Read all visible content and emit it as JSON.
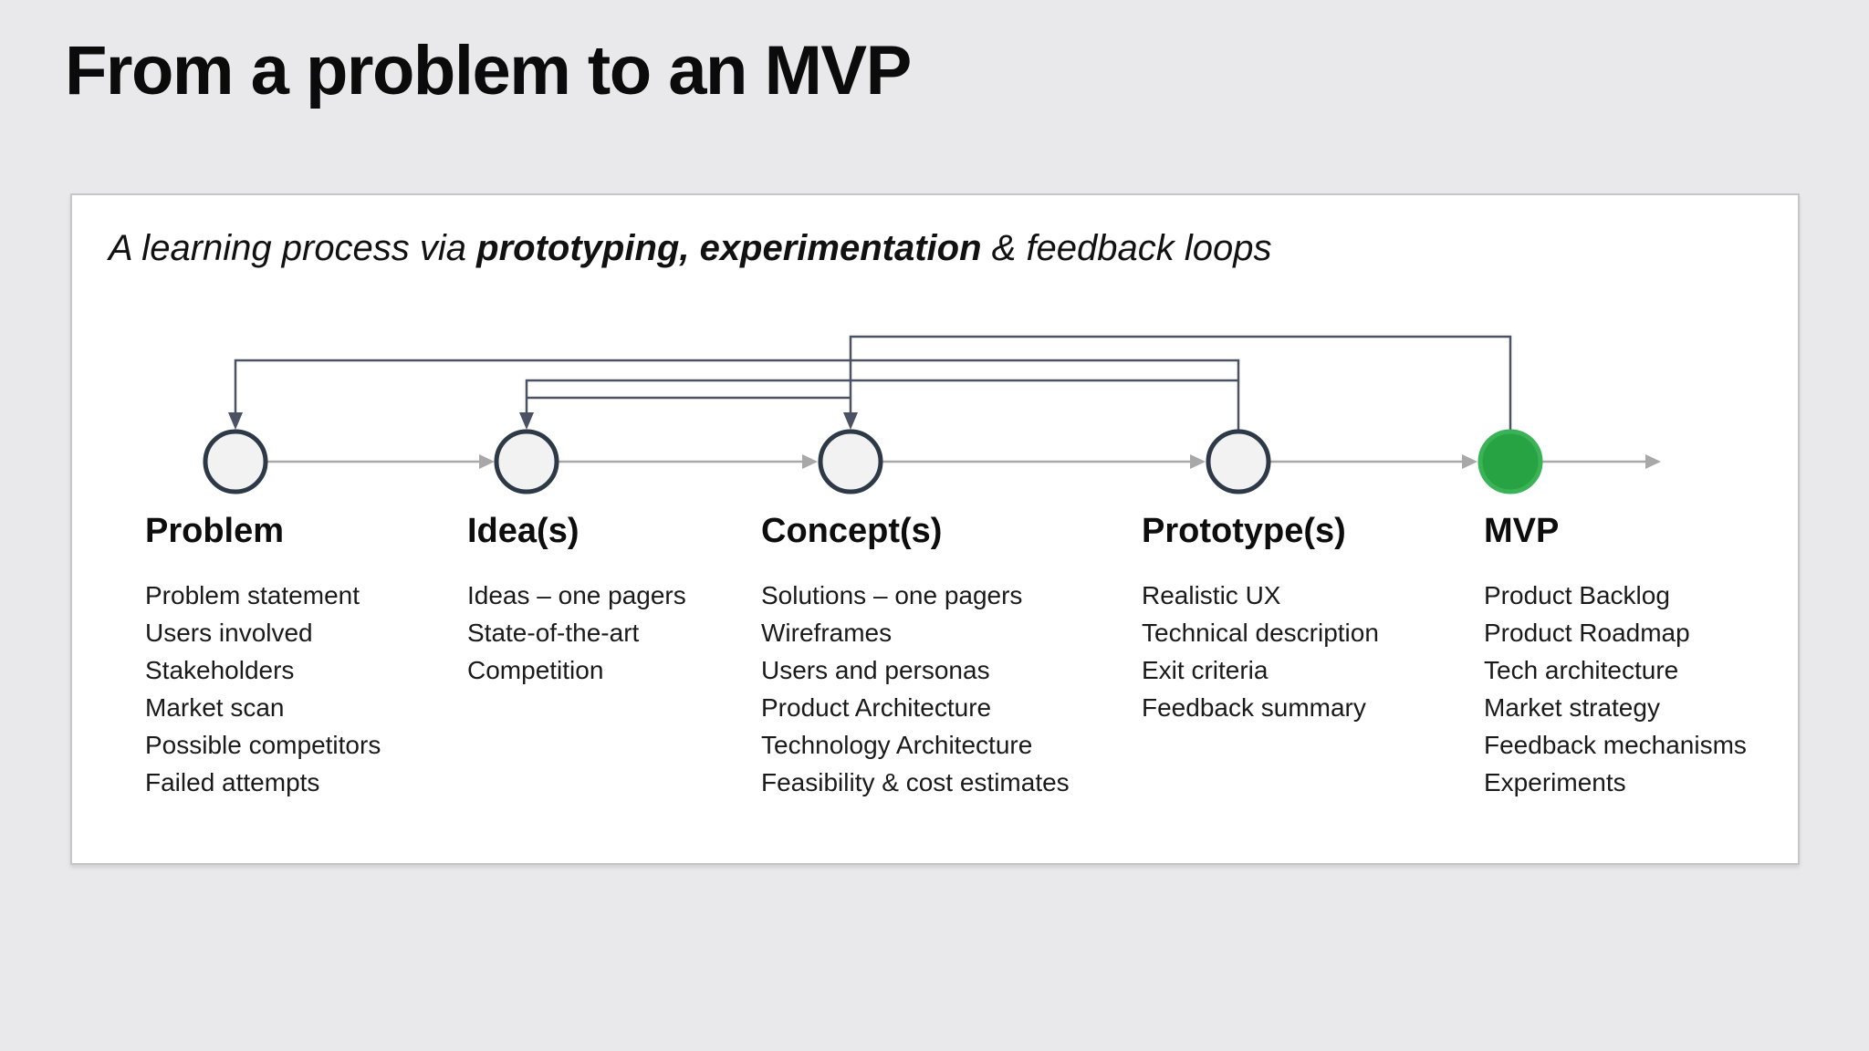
{
  "slide": {
    "title": "From a problem to an MVP",
    "subtitle": {
      "prefix": "A learning process via ",
      "bold": "prototyping, experimentation",
      "suffix": " & feedback loops"
    }
  },
  "colors": {
    "page_background": "#e9e9eb",
    "card_background": "#ffffff",
    "card_border": "#c5c6c9",
    "title_text": "#0b0b0b",
    "body_text": "#1a1a1a",
    "feedback_line": "#4a5263",
    "flow_line": "#a8a8a8",
    "node_border": "#2e3947",
    "node_fill": "#f2f2f3",
    "mvp_fill": "#27a343",
    "mvp_border": "#3ab357"
  },
  "diagram": {
    "flow_order": [
      "Problem",
      "Idea(s)",
      "Concept(s)",
      "Prototype(s)",
      "MVP"
    ],
    "feedback_loops": [
      {
        "from": "MVP",
        "to": "Concept(s)"
      },
      {
        "from": "Prototype(s)",
        "to": "Problem"
      },
      {
        "from": "Prototype(s)",
        "to": "Idea(s)"
      },
      {
        "from": "Concept(s)",
        "to": "Idea(s)"
      }
    ],
    "stages": [
      {
        "label": "Problem",
        "fill": "#f2f2f3",
        "items": [
          "Problem statement",
          "Users involved",
          "Stakeholders",
          "Market scan",
          "Possible competitors",
          "Failed attempts"
        ]
      },
      {
        "label": "Idea(s)",
        "fill": "#f2f2f3",
        "items": [
          "Ideas – one pagers",
          "State-of-the-art",
          "Competition"
        ]
      },
      {
        "label": "Concept(s)",
        "fill": "#f2f2f3",
        "items": [
          "Solutions – one pagers",
          "Wireframes",
          "Users and personas",
          "Product Architecture",
          "Technology Architecture",
          "Feasibility & cost estimates"
        ]
      },
      {
        "label": "Prototype(s)",
        "fill": "#f2f2f3",
        "items": [
          "Realistic UX",
          "Technical description",
          "Exit criteria",
          "Feedback summary"
        ]
      },
      {
        "label": "MVP",
        "fill": "#27a343",
        "items": [
          "Product Backlog",
          "Product Roadmap",
          "Tech architecture",
          "Market strategy",
          "Feedback mechanisms",
          "Experiments"
        ]
      }
    ]
  }
}
